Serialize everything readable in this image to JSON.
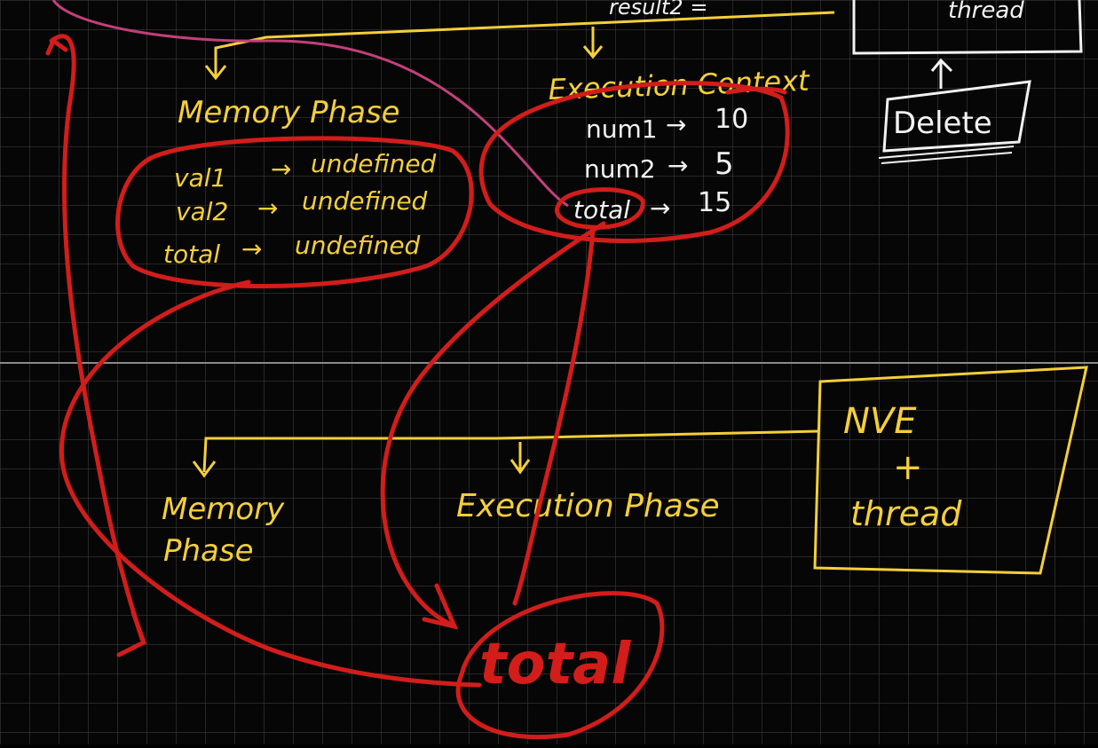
{
  "colors": {
    "background": "#060606",
    "grid": "#3a3a3a",
    "yellow_ink": "#f4cf3a",
    "white_ink": "#f2f2f2",
    "red_ink": "#d21d1a",
    "pink_ink": "#c2407a"
  },
  "top": {
    "result_fragment": "result2 =",
    "thread_fragment": "thread"
  },
  "delete_box": {
    "label": "Delete"
  },
  "memory_phase_top": {
    "title": "Memory Phase",
    "rows": [
      {
        "name": "val1",
        "arrow": "→",
        "value": "undefined"
      },
      {
        "name": "val2",
        "arrow": "→",
        "value": "undefined"
      },
      {
        "name": "total",
        "arrow": "→",
        "value": "undefined"
      }
    ]
  },
  "execution_context": {
    "title": "Execution Context",
    "rows": [
      {
        "name": "num1",
        "arrow": "→",
        "value": "10"
      },
      {
        "name": "num2",
        "arrow": "→",
        "value": "5"
      },
      {
        "name": "total",
        "arrow": "→",
        "value": "15"
      }
    ]
  },
  "bottom": {
    "memory_phase_line1": "Memory",
    "memory_phase_line2": "Phase",
    "execution_phase": "Execution Phase",
    "nve_box": {
      "line1": "NVE",
      "line2": "+",
      "line3": "thread"
    },
    "total_circle": "total"
  }
}
